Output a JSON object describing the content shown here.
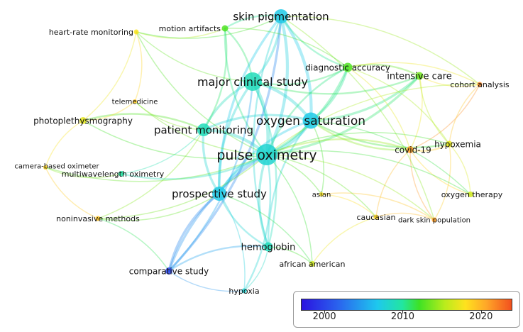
{
  "nodes": [
    {
      "label": "skin pigmentation",
      "year": 2004,
      "size": 17
    },
    {
      "label": "motion artifacts",
      "year": 2011,
      "size": 6
    },
    {
      "label": "heart-rate monitoring",
      "year": 2017,
      "size": 4
    },
    {
      "label": "diagnostic accuracy",
      "year": 2011,
      "size": 10
    },
    {
      "label": "major clinical study",
      "year": 2006,
      "size": 23
    },
    {
      "label": "intensive care",
      "year": 2012,
      "size": 8
    },
    {
      "label": "cohort analysis",
      "year": 2022,
      "size": 4
    },
    {
      "label": "telemedicine",
      "year": 2019,
      "size": 3
    },
    {
      "label": "photoplethysmography",
      "year": 2016,
      "size": 7
    },
    {
      "label": "patient monitoring",
      "year": 2006,
      "size": 15
    },
    {
      "label": "oxygen saturation",
      "year": 2004,
      "size": 20
    },
    {
      "label": "hypoxemia",
      "year": 2016,
      "size": 6
    },
    {
      "label": "covid-19",
      "year": 2021,
      "size": 7
    },
    {
      "label": "camera-based oximeter",
      "year": 2018,
      "size": 3
    },
    {
      "label": "pulse oximetry",
      "year": 2005,
      "size": 27
    },
    {
      "label": "multiwavelength oximetry",
      "year": 2007,
      "size": 5
    },
    {
      "label": "oxygen therapy",
      "year": 2015,
      "size": 5
    },
    {
      "label": "asian",
      "year": 2017,
      "size": 3
    },
    {
      "label": "prospective study",
      "year": 2004,
      "size": 17
    },
    {
      "label": "noninvasive methods",
      "year": 2019,
      "size": 4
    },
    {
      "label": "caucasian",
      "year": 2018,
      "size": 4
    },
    {
      "label": "dark skin population",
      "year": 2021,
      "size": 4
    },
    {
      "label": "hemoglobin",
      "year": 2006,
      "size": 10
    },
    {
      "label": "african american",
      "year": 2015,
      "size": 5
    },
    {
      "label": "comparative study",
      "year": 1999,
      "size": 7
    },
    {
      "label": "hypoxia",
      "year": 2005,
      "size": 4
    }
  ],
  "legend": {
    "scale_min": 1997,
    "scale_max": 2024,
    "ticks": [
      "2000",
      "2010",
      "2020"
    ],
    "tick_years": [
      2000,
      2010,
      2020
    ],
    "colors": [
      "#2a12e0",
      "#2a66ee",
      "#1ec8ee",
      "#22e6a0",
      "#3ee224",
      "#b8ec1c",
      "#ffe21e",
      "#ffa628",
      "#f2501e"
    ]
  }
}
